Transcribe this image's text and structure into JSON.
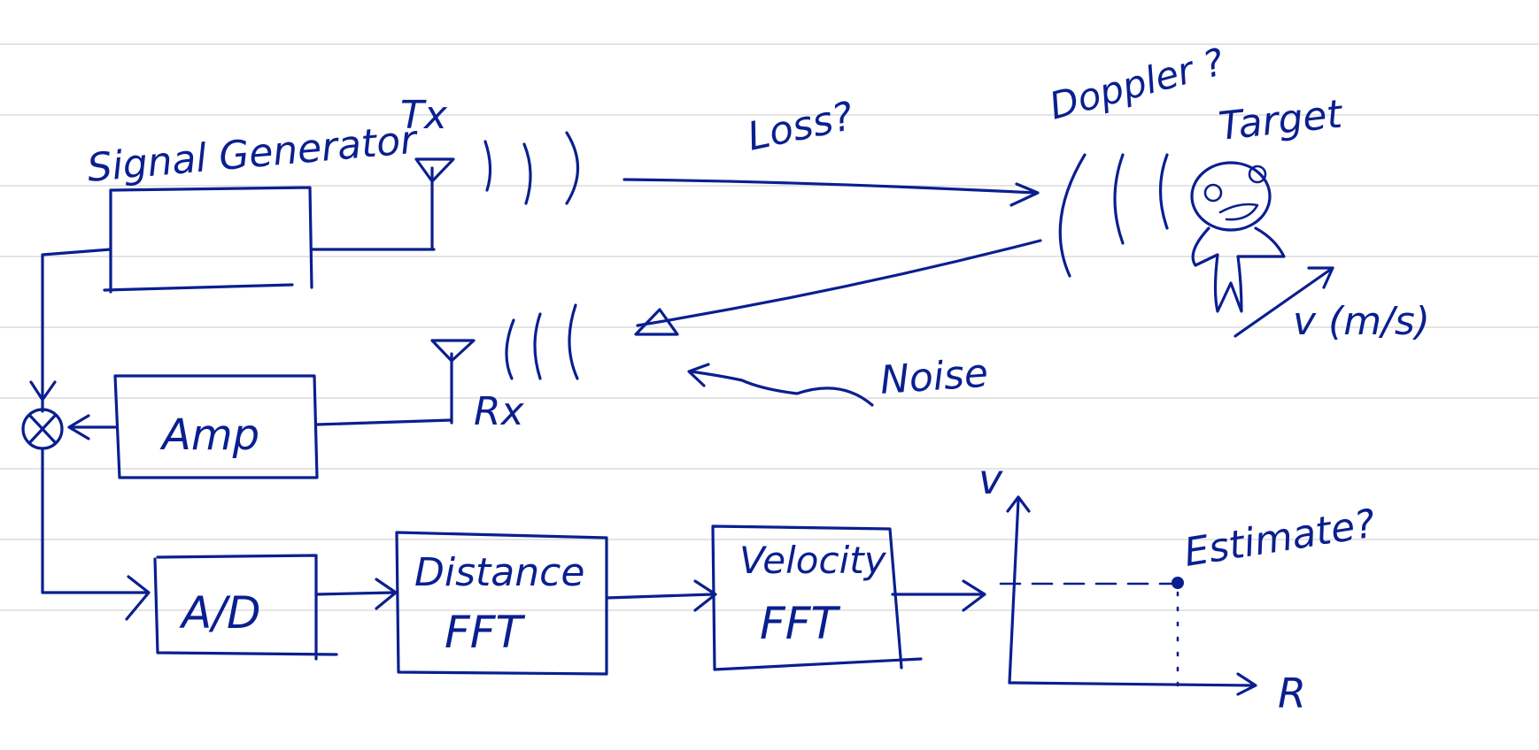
{
  "colors": {
    "ink": "#0a1f8f",
    "paper": "#ffffff",
    "rule": "#d4d4d4"
  },
  "labels": {
    "signal_generator": "Signal Generator",
    "tx": "Tx",
    "rx": "Rx",
    "loss": "Loss?",
    "doppler": "Doppler ?",
    "target": "Target",
    "velocity_unit": "v (m/s)",
    "noise": "Noise",
    "amp": "Amp",
    "ad": "A/D",
    "distance_fft_line1": "Distance",
    "distance_fft_line2": "FFT",
    "velocity_fft_line1": "Velocity",
    "velocity_fft_line2": "FFT",
    "axis_v": "v",
    "axis_r": "R",
    "estimate": "Estimate?"
  }
}
